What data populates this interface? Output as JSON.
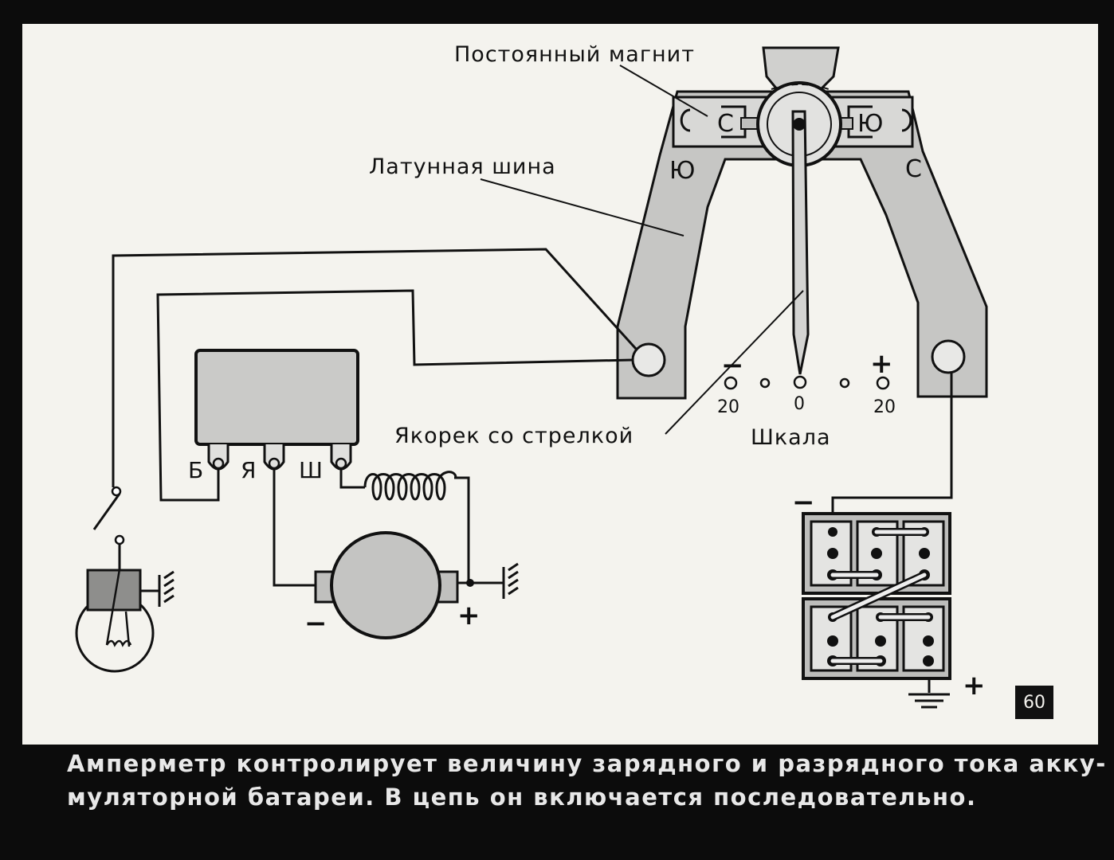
{
  "labels": {
    "magnet": "Постоянный магнит",
    "bus": "Латунная шина",
    "armature": "Якорек со стрелкой",
    "scale": "Шкала"
  },
  "poles": {
    "south_left": "С",
    "north_left": "Ю",
    "north_right": "Ю",
    "south_right": "С"
  },
  "scale_marks": {
    "minus_sign": "−",
    "minus_value": "20",
    "zero": "0",
    "plus_sign": "+",
    "plus_value": "20"
  },
  "regulator_terminals": [
    "Б",
    "Я",
    "Ш"
  ],
  "polarity": {
    "generator_minus": "−",
    "generator_plus": "+",
    "battery_minus": "−",
    "battery_plus": "+"
  },
  "slide_number": "60",
  "caption": {
    "line1": "Амперметр контролирует величину зарядного и разрядного тока акку-",
    "line2": "муляторной батареи. В цепь он включается последовательно."
  }
}
